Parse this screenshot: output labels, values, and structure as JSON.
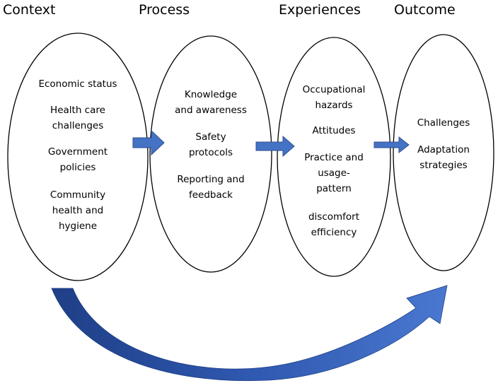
{
  "headings": {
    "context": "Context",
    "process": "Process",
    "experiences": "Experiences",
    "outcome": "Outcome"
  },
  "context_items": [
    [
      "Economic status"
    ],
    [
      "Health care",
      "challenges"
    ],
    [
      "Government",
      "policies"
    ],
    [
      "Community",
      "health and",
      "hygiene"
    ]
  ],
  "process_items": [
    [
      "Knowledge",
      "and awareness"
    ],
    [
      "Safety",
      "protocols"
    ],
    [
      "Reporting and",
      "feedback"
    ]
  ],
  "experiences_items": [
    [
      "Occupational",
      "hazards"
    ],
    [
      "Attitudes"
    ],
    [
      "Practice and",
      "usage-",
      "pattern"
    ],
    [
      "discomfort",
      "efficiency"
    ]
  ],
  "outcome_items": [
    [
      "Challenges"
    ],
    [
      "Adaptation",
      "strategies"
    ]
  ],
  "colors": {
    "arrow": "#4472C4",
    "arrow_dark": "#2E4F8F",
    "ellipse_stroke": "#000000"
  }
}
